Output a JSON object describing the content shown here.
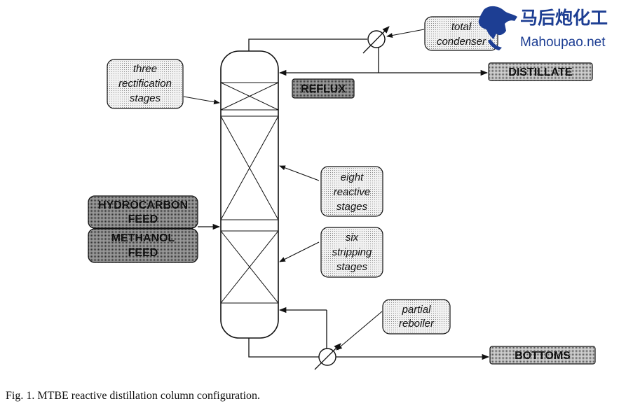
{
  "watermark": {
    "chinese": "马后炮化工",
    "url": "Mahoupao.net",
    "color": "#1d3e93"
  },
  "labels": {
    "rectification": [
      "three",
      "rectification",
      "stages"
    ],
    "reactive": [
      "eight",
      "reactive",
      "stages"
    ],
    "stripping": [
      "six",
      "stripping",
      "stages"
    ],
    "condenser": [
      "total",
      "condenser"
    ],
    "reboiler": [
      "partial",
      "reboiler"
    ]
  },
  "streams": {
    "reflux": "REFLUX",
    "distillate": "DISTILLATE",
    "hydrocarbon_feed": [
      "HYDROCARBON",
      "FEED"
    ],
    "methanol_feed": [
      "METHANOL",
      "FEED"
    ],
    "bottoms": "BOTTOMS"
  },
  "caption": "Fig. 1.  MTBE reactive distillation column configuration.",
  "colors": {
    "label_fill_light": "#e6e6e6",
    "stream_fill_medium": "#b4b4b4",
    "feed_fill_dark": "#8c8c8c",
    "line": "#111111"
  }
}
